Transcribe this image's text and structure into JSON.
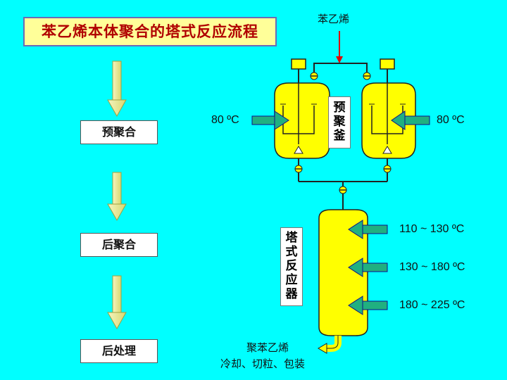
{
  "title": "苯乙烯本体聚合的塔式反应流程",
  "stages": [
    "预聚合",
    "后聚合",
    "后处理"
  ],
  "feed": "苯乙烯",
  "preReactorLabel": [
    "预",
    "聚",
    "釜"
  ],
  "towerLabel": [
    "塔",
    "式",
    "反",
    "应",
    "器"
  ],
  "temps": {
    "pre_left": "80 ºC",
    "pre_right": "80 ºC",
    "zone1": "110 ~ 130 ºC",
    "zone2": "130 ~ 180 ºC",
    "zone3": "180 ~ 225 ºC"
  },
  "product": {
    "line1": "聚苯乙烯",
    "line2": "冷却、切粒、包装"
  },
  "colors": {
    "background": "#00FFFF",
    "vessel": "#FFFF00",
    "arrow_heat": "#20B080",
    "arrow_feed": "#E00000",
    "flow_arrow": "#E8E890",
    "title_text": "#B00000"
  }
}
